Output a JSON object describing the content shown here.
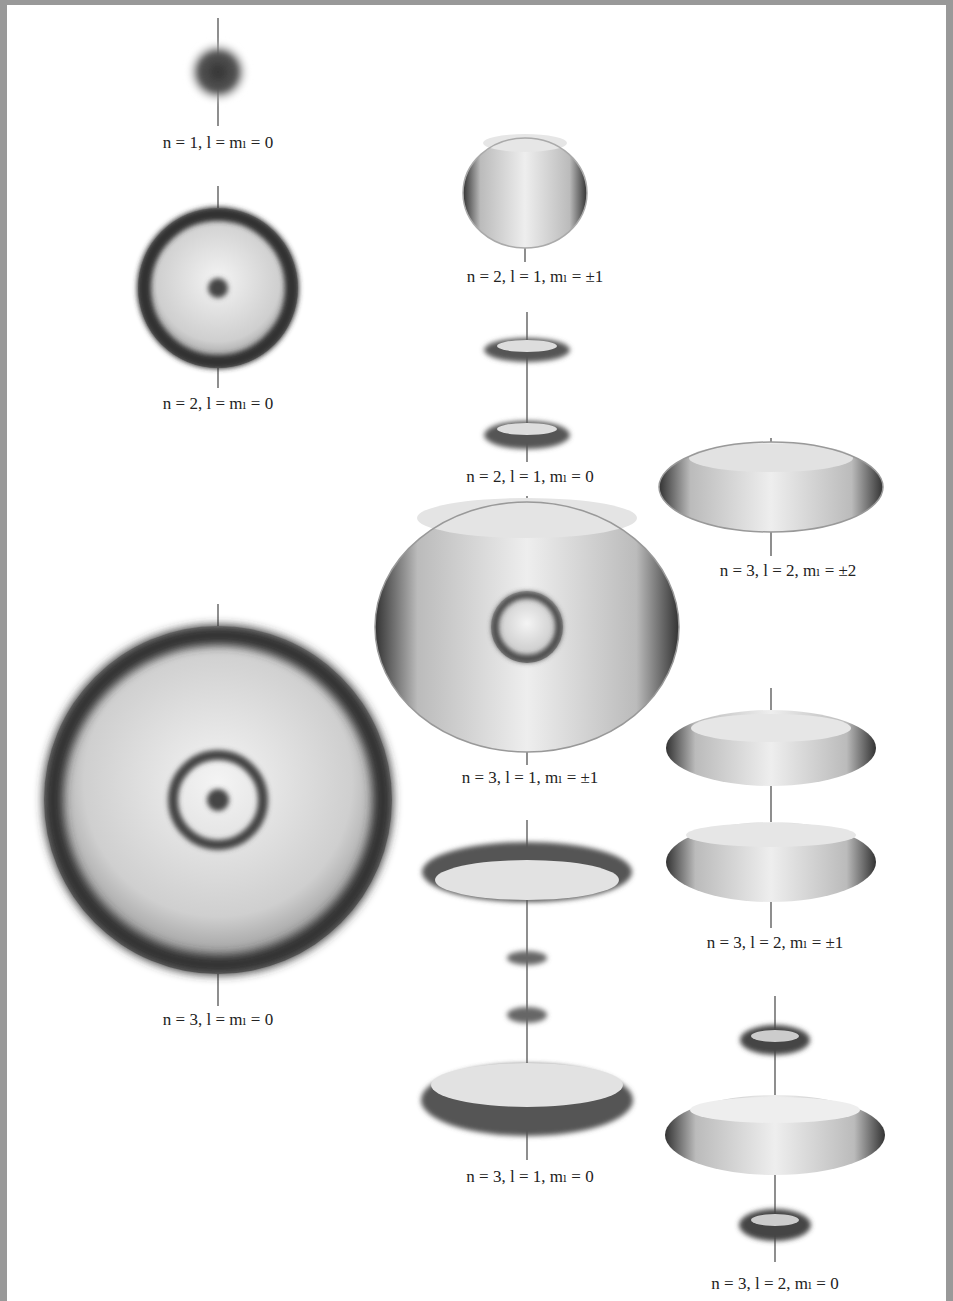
{
  "diagram": {
    "labels": [
      "n = 1, l = mₗ = 0",
      "n = 2, l = 1, mₗ = ±1",
      "n = 2, l = mₗ = 0",
      "n = 2, l = 1, mₗ = 0",
      "n = 3, l = 2, mₗ = ±2",
      "n = 3, l = 1, mₗ = ±1",
      "n = 3, l = 2, mₗ = ±1",
      "n = 3, l = mₗ = 0",
      "n = 3, l = 1, mₗ = 0",
      "n = 3, l = 2, mₗ = 0"
    ]
  }
}
